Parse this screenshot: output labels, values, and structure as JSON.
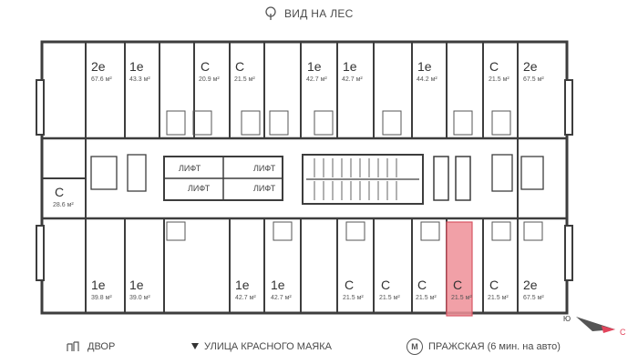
{
  "header": {
    "title": "ВИД НА ЛЕС",
    "icon": "tree-icon"
  },
  "footer": {
    "yard": {
      "label": "ДВОР",
      "icon": "yard-icon"
    },
    "street": {
      "label": "УЛИЦА КРАСНОГО МАЯКА",
      "icon": "triangle-down-icon"
    },
    "metro": {
      "label": "ПРАЖСКАЯ (6 мин. на авто)",
      "icon": "metro-icon",
      "letter": "М"
    }
  },
  "compass": {
    "south": "Ю",
    "north": "С",
    "north_color": "#e2445c"
  },
  "lifts": [
    "ЛИФТ",
    "ЛИФТ",
    "ЛИФТ",
    "ЛИФТ"
  ],
  "colors": {
    "wall": "#3d3d3d",
    "highlight": "#ef8f98",
    "highlight_stroke": "#d75563"
  },
  "apartments_top": [
    {
      "type": "2е",
      "area": "67.6 м²"
    },
    {
      "type": "1е",
      "area": "43.3 м²"
    },
    {
      "type": "С",
      "area": "20.9 м²"
    },
    {
      "type": "С",
      "area": "21.5 м²"
    },
    {
      "type": "1е",
      "area": "42.7 м²"
    },
    {
      "type": "1е",
      "area": "42.7 м²"
    },
    {
      "type": "1е",
      "area": "44.2 м²"
    },
    {
      "type": "С",
      "area": "21.5 м²"
    },
    {
      "type": "2е",
      "area": "67.5 м²"
    }
  ],
  "apartment_left": {
    "type": "С",
    "area": "28.6 м²"
  },
  "apartments_bottom": [
    {
      "type": "1е",
      "area": "39.8 м²"
    },
    {
      "type": "1е",
      "area": "39.0 м²"
    },
    {
      "type": "1е",
      "area": "42.7 м²"
    },
    {
      "type": "1е",
      "area": "42.7 м²"
    },
    {
      "type": "С",
      "area": "21.5 м²"
    },
    {
      "type": "С",
      "area": "21.5 м²"
    },
    {
      "type": "С",
      "area": "21.5 м²"
    },
    {
      "type": "С",
      "area": "21.5 м²",
      "highlighted": true
    },
    {
      "type": "С",
      "area": "21.5 м²"
    },
    {
      "type": "2е",
      "area": "67.5 м²"
    }
  ]
}
